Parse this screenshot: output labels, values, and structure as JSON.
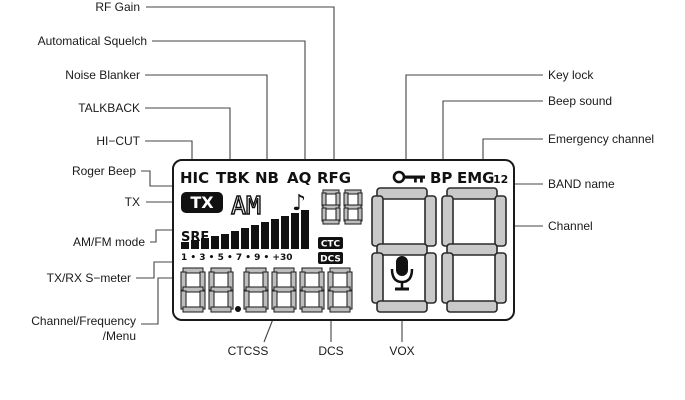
{
  "labels": {
    "rf_gain": "RF Gain",
    "squelch": "Automatical Squelch",
    "noise_blanker": "Noise Blanker",
    "talkback": "TALKBACK",
    "hicut": "HI−CUT",
    "roger_beep": "Roger Beep",
    "tx": "TX",
    "am_fm_mode": "AM/FM mode",
    "s_meter": "TX/RX S−meter",
    "channel_freq_1": "Channel/Frequency",
    "channel_freq_2": "/Menu",
    "key_lock": "Key lock",
    "beep_sound": "Beep sound",
    "emergency_channel": "Emergency channel",
    "band_name": "BAND name",
    "channel": "Channel",
    "ctcss": "CTCSS",
    "dcs": "DCS",
    "vox": "VOX"
  },
  "display": {
    "hic": "HIC",
    "tbk": "TBK",
    "nb": "NB",
    "aq": "AQ",
    "rfg": "RFG",
    "bp": "BP",
    "emg": "EMG",
    "emg_num": "12",
    "tx": "TX",
    "am": "AM",
    "note": "♪",
    "srf": "SRF",
    "scale": "1 • 3 • 5 • 7 • 9 • +30",
    "ctc": "CTC",
    "dcs": "DCS"
  }
}
